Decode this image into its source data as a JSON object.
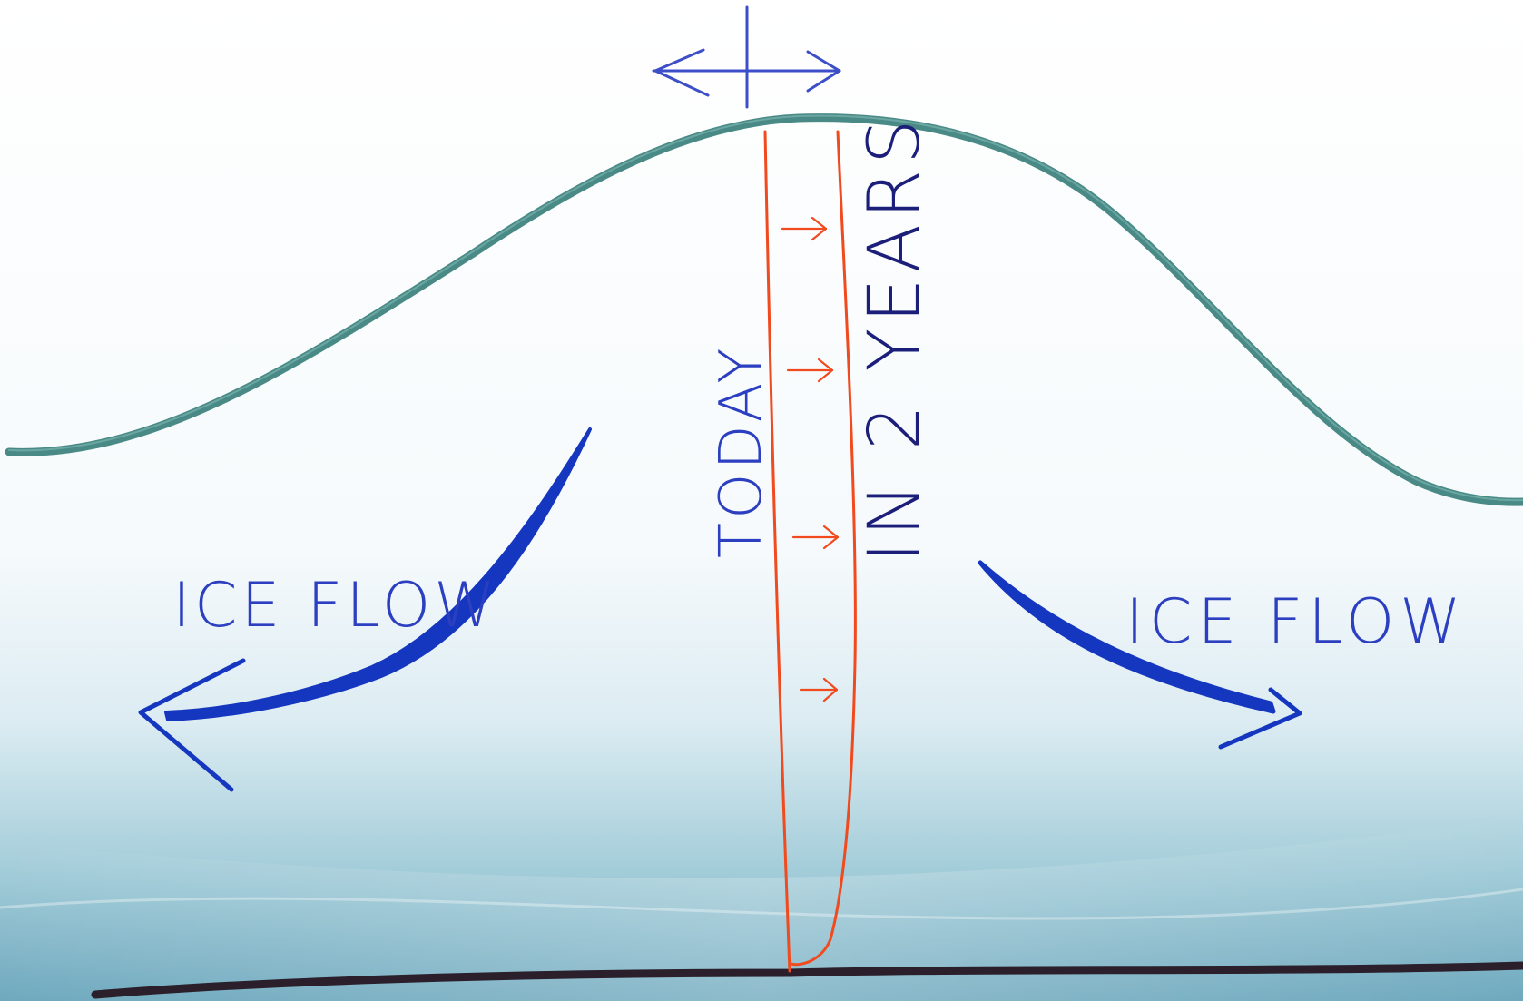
{
  "labels": {
    "today": "TODAY",
    "in_2_years": "IN 2 YEARS",
    "ice_flow_left": "ICE FLOW",
    "ice_flow_right": "ICE FLOW"
  },
  "colors": {
    "background_top": "#ffffff",
    "background_bottom": "#79b3c6",
    "ice_surface": "#4a8a86",
    "bedrock": "#2a1f2a",
    "today_line": "#f04a1e",
    "future_line": "#f04a1e",
    "ice_flow_arrow": "#1537c0",
    "label_blue": "#2c3fc0",
    "years_label": "#1c1f7a",
    "divide_arrow": "#3c4fc8"
  },
  "icons": {
    "divide": "double-arrow-with-vertical-line",
    "flow_left": "curved-arrow-left",
    "flow_right": "curved-arrow-right",
    "displacement": "small-right-arrows"
  }
}
